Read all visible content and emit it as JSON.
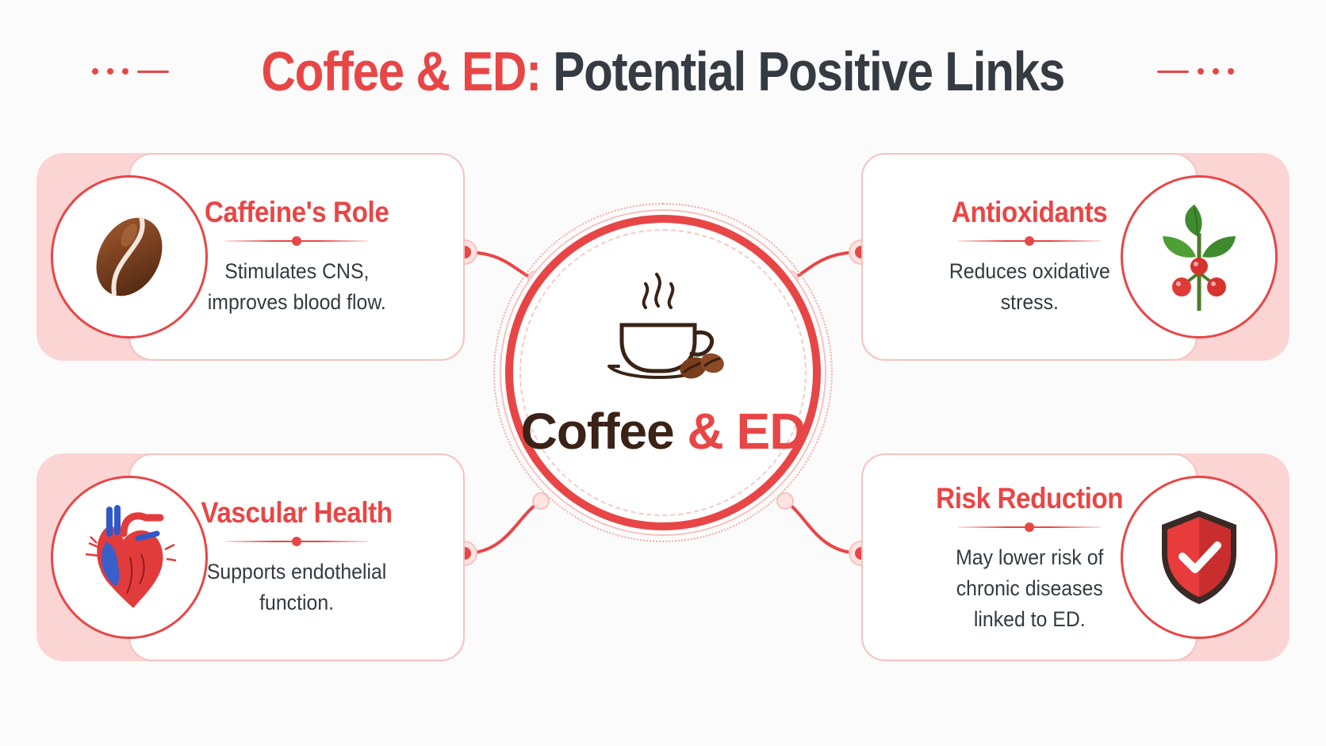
{
  "title": {
    "part1": "Coffee & ED:",
    "part2": "Potential Positive Links"
  },
  "hub": {
    "label_part1": "Coffee",
    "label_part2": "& ED",
    "icon": "coffee-cup-icon"
  },
  "cards": {
    "caffeine": {
      "heading": "Caffeine's Role",
      "line1": "Stimulates CNS,",
      "line2": "improves blood flow.",
      "icon": "coffee-bean-icon"
    },
    "antioxidants": {
      "heading": "Antioxidants",
      "line1": "Reduces oxidative",
      "line2": "stress.",
      "icon": "coffee-plant-icon"
    },
    "vascular": {
      "heading": "Vascular Health",
      "line1": "Supports endothelial",
      "line2": "function.",
      "icon": "heart-icon"
    },
    "risk": {
      "heading": "Risk Reduction",
      "line1": "May lower risk of",
      "line2": "chronic diseases",
      "line3": "linked to ED.",
      "icon": "shield-check-icon"
    }
  },
  "colors": {
    "accent": "#e84646",
    "dark_text": "#353b42",
    "coffee_brown": "#3a2216",
    "card_tint": "#fbd5d3"
  }
}
